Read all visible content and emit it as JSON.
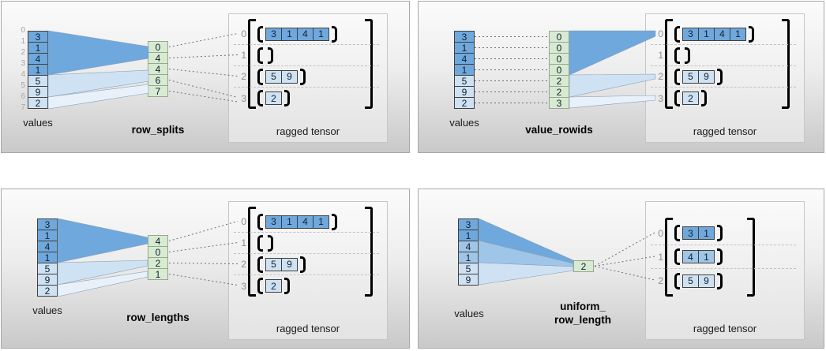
{
  "colors": {
    "blue_dark": "#6fa8dc",
    "blue_mid": "#9fc5e8",
    "blue_light": "#cfe2f3",
    "blue_xlight": "#e8f1fa",
    "green_fill": "#d9ead3",
    "green_border": "#93a98c"
  },
  "panels": [
    {
      "method": "row_splits",
      "values_label": "values",
      "tensor_label": "ragged tensor",
      "value_indices": [
        "0",
        "1",
        "2",
        "3",
        "4",
        "5",
        "6",
        "7"
      ],
      "values": [
        "3",
        "1",
        "4",
        "1",
        "5",
        "9",
        "2"
      ],
      "value_shades": [
        "dark",
        "dark",
        "dark",
        "dark",
        "light",
        "light",
        "light"
      ],
      "params": [
        "0",
        "4",
        "4",
        "6",
        "7"
      ],
      "rows": [
        {
          "index": "0",
          "shade": "dark",
          "cells": [
            "3",
            "1",
            "4",
            "1"
          ]
        },
        {
          "index": "1",
          "shade": "dark",
          "cells": []
        },
        {
          "index": "2",
          "shade": "light",
          "cells": [
            "5",
            "9"
          ]
        },
        {
          "index": "3",
          "shade": "light",
          "cells": [
            "2"
          ]
        }
      ]
    },
    {
      "method": "value_rowids",
      "values_label": "values",
      "tensor_label": "ragged tensor",
      "values": [
        "3",
        "1",
        "4",
        "1",
        "5",
        "9",
        "2"
      ],
      "value_shades": [
        "dark",
        "dark",
        "dark",
        "dark",
        "light",
        "light",
        "light"
      ],
      "params": [
        "0",
        "0",
        "0",
        "0",
        "2",
        "2",
        "3"
      ],
      "rows": [
        {
          "index": "0",
          "shade": "dark",
          "cells": [
            "3",
            "1",
            "4",
            "1"
          ]
        },
        {
          "index": "1",
          "shade": "dark",
          "cells": []
        },
        {
          "index": "2",
          "shade": "light",
          "cells": [
            "5",
            "9"
          ]
        },
        {
          "index": "3",
          "shade": "light",
          "cells": [
            "2"
          ]
        }
      ]
    },
    {
      "method": "row_lengths",
      "values_label": "values",
      "tensor_label": "ragged tensor",
      "values": [
        "3",
        "1",
        "4",
        "1",
        "5",
        "9",
        "2"
      ],
      "value_shades": [
        "dark",
        "dark",
        "dark",
        "dark",
        "light",
        "light",
        "light"
      ],
      "params": [
        "4",
        "0",
        "2",
        "1"
      ],
      "rows": [
        {
          "index": "0",
          "shade": "dark",
          "cells": [
            "3",
            "1",
            "4",
            "1"
          ]
        },
        {
          "index": "1",
          "shade": "dark",
          "cells": []
        },
        {
          "index": "2",
          "shade": "light",
          "cells": [
            "5",
            "9"
          ]
        },
        {
          "index": "3",
          "shade": "light",
          "cells": [
            "2"
          ]
        }
      ]
    },
    {
      "method": "uniform_\nrow_length",
      "values_label": "values",
      "tensor_label": "ragged tensor",
      "values": [
        "3",
        "1",
        "4",
        "1",
        "5",
        "9"
      ],
      "value_shades": [
        "dark",
        "dark",
        "mid",
        "mid",
        "light",
        "light"
      ],
      "params": [
        "2"
      ],
      "rows": [
        {
          "index": "0",
          "shade": "dark",
          "cells": [
            "3",
            "1"
          ]
        },
        {
          "index": "1",
          "shade": "mid",
          "cells": [
            "4",
            "1"
          ]
        },
        {
          "index": "2",
          "shade": "light",
          "cells": [
            "5",
            "9"
          ]
        }
      ]
    }
  ]
}
